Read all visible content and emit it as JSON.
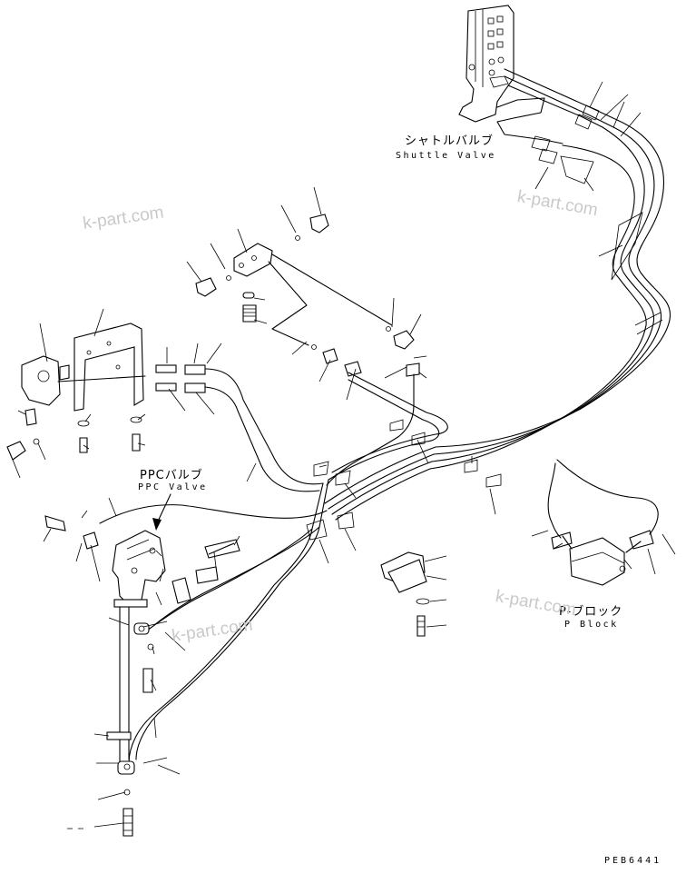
{
  "labels": {
    "shuttle_valve_jp": "シャトルバルブ",
    "shuttle_valve_en": "Shuttle Valve",
    "ppc_valve_jp": "PPCバルブ",
    "ppc_valve_en": "PPC Valve",
    "p_block_jp": "P-ブロック",
    "p_block_en": "P Block",
    "drawing_code": "PEB6441"
  },
  "watermark": "k-part.com"
}
